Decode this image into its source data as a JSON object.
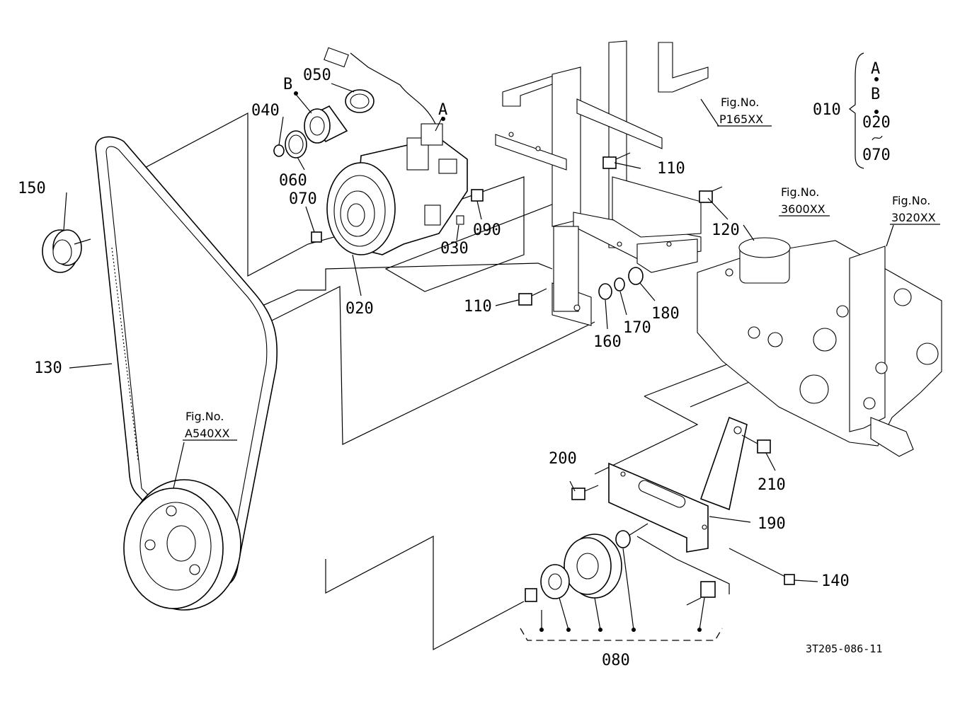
{
  "parts": {
    "p010": "010",
    "p020": "020",
    "p030": "030",
    "p040": "040",
    "p050": "050",
    "p060": "060",
    "p070": "070",
    "p080": "080",
    "p090": "090",
    "p110a": "110",
    "p110b": "110",
    "p120": "120",
    "p130": "130",
    "p140": "140",
    "p150": "150",
    "p160": "160",
    "p170": "170",
    "p180": "180",
    "p190": "190",
    "p200": "200",
    "p210": "210"
  },
  "markers": {
    "a": "A",
    "b": "B"
  },
  "assembly_key": {
    "a": "A",
    "b": "B",
    "from": "020",
    "to": "070"
  },
  "figrefs": {
    "p165": {
      "title": "Fig.No.",
      "code": "P165XX"
    },
    "f3600": {
      "title": "Fig.No.",
      "code": "3600XX"
    },
    "f3020": {
      "title": "Fig.No.",
      "code": "3020XX"
    },
    "a540": {
      "title": "Fig.No.",
      "code": "A540XX"
    }
  },
  "drawing_code": "3T205-086-11"
}
